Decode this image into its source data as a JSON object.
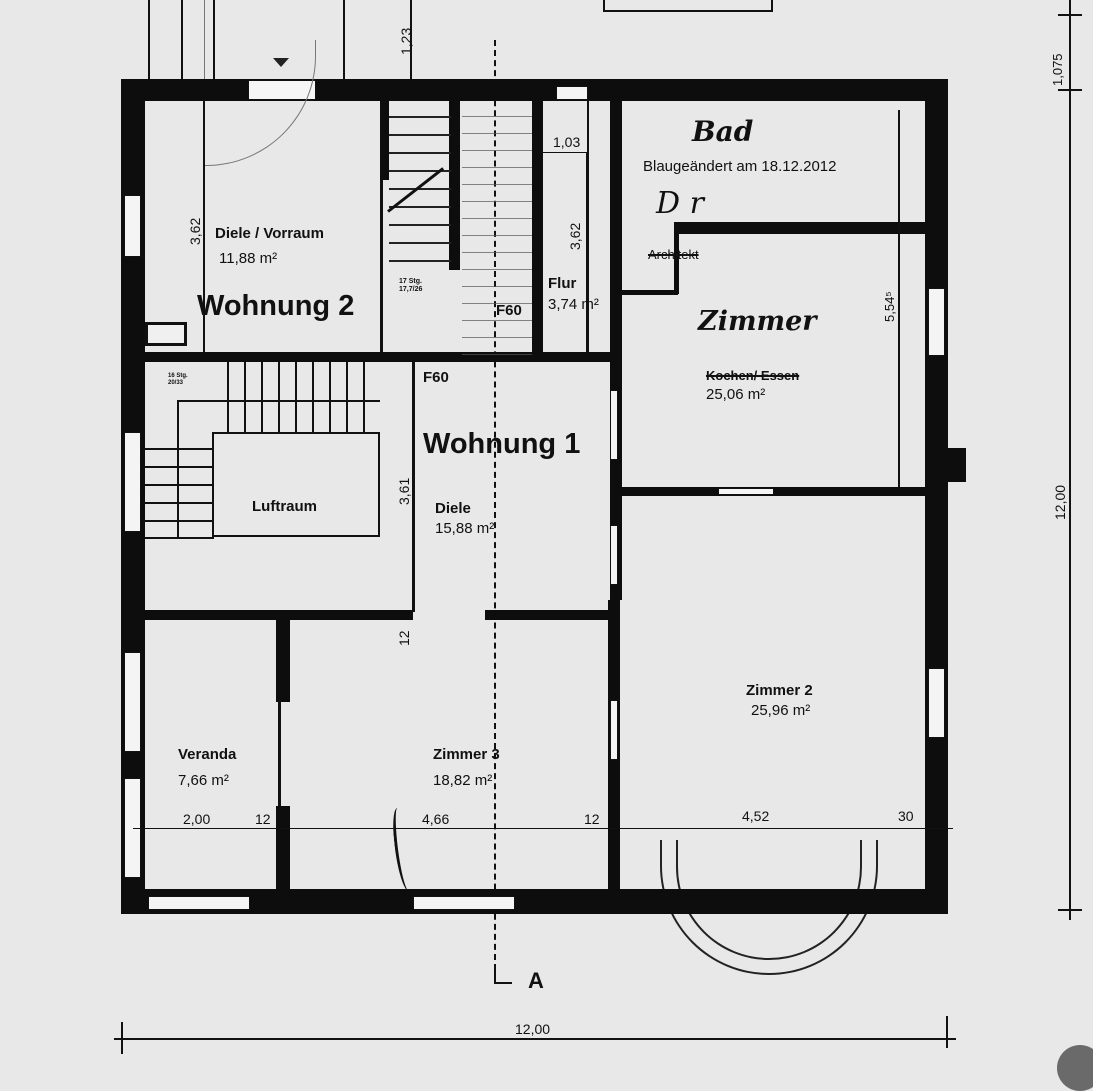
{
  "plan": {
    "type": "floor plan (Grundriss)",
    "section_marker": "A",
    "overall_width": "12,00",
    "overall_depth": "12,00",
    "top_offset": "1,075",
    "stair_dim_top": "1,23"
  },
  "units": {
    "wohnung_1": "Wohnung 1",
    "wohnung_2": "Wohnung 2"
  },
  "annotations": {
    "bad_handwritten": "Bad",
    "change_note": "Blaugeändert am 18.12.2012",
    "architekt": "Architekt",
    "signature": "D r",
    "zimmer_handwritten": "Zimmer"
  },
  "rooms": {
    "diele_vorraum": {
      "name": "Diele / Vorraum",
      "area": "11,88 m²",
      "dim": "3,62"
    },
    "flur": {
      "name": "Flur",
      "area": "3,74 m²",
      "dim_w": "1,03",
      "dim_h": "3,62"
    },
    "kochen_essen": {
      "name": "Kochen/ Essen",
      "area": "25,06 m²",
      "dim": "5,54⁵"
    },
    "luftraum": {
      "name": "Luftraum"
    },
    "diele": {
      "name": "Diele",
      "area": "15,88 m²",
      "dim": "3,61"
    },
    "veranda": {
      "name": "Veranda",
      "area": "7,66 m²",
      "dim": "2,00"
    },
    "zimmer_3": {
      "name": "Zimmer 3",
      "area": "18,82 m²",
      "dim": "4,66"
    },
    "zimmer_2": {
      "name": "Zimmer 2",
      "area": "25,96 m²",
      "dim": "4,52"
    }
  },
  "labels": {
    "f60_a": "F60",
    "f60_b": "F60",
    "stairs_a": "17 Stg. 17,7/26",
    "stairs_b": "16 Stg. 20/33",
    "wall_12_a": "12",
    "wall_12_b": "12",
    "wall_12_c": "12",
    "wall_30": "30"
  }
}
